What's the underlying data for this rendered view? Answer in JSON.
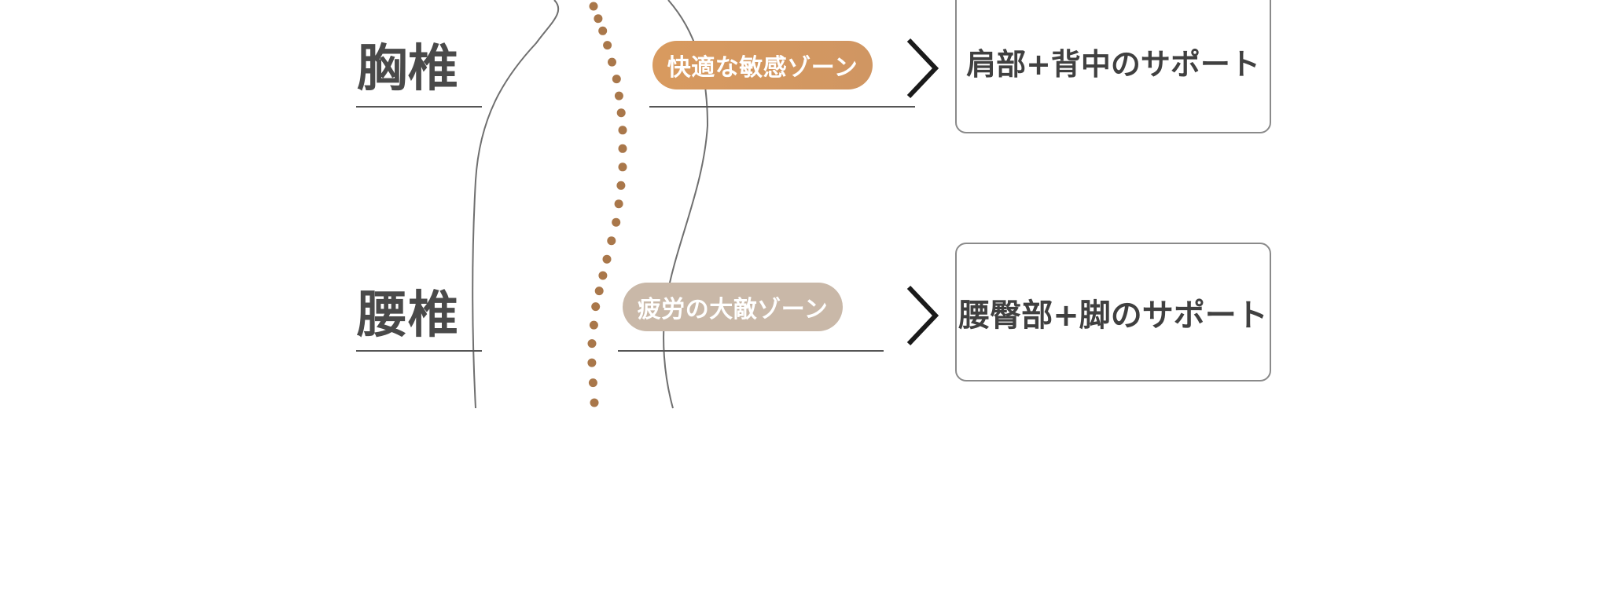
{
  "regions": [
    {
      "label": "胸椎",
      "zone_label": "快適な敏感ゾーン",
      "support_label": "肩部+背中のサポート"
    },
    {
      "label": "腰椎",
      "zone_label": "疲労の大敵ゾーン",
      "support_label": "腰臀部+脚のサポート"
    }
  ],
  "colors": {
    "zone_upper": "#d4975c",
    "zone_lower": "#c9b8a8",
    "spine_dot": "#a9774a",
    "outline": "#6f6f6f",
    "text": "#4a4a4a"
  },
  "icons": {
    "arrow": "chevron-right-icon",
    "spine": "spine-dots"
  }
}
